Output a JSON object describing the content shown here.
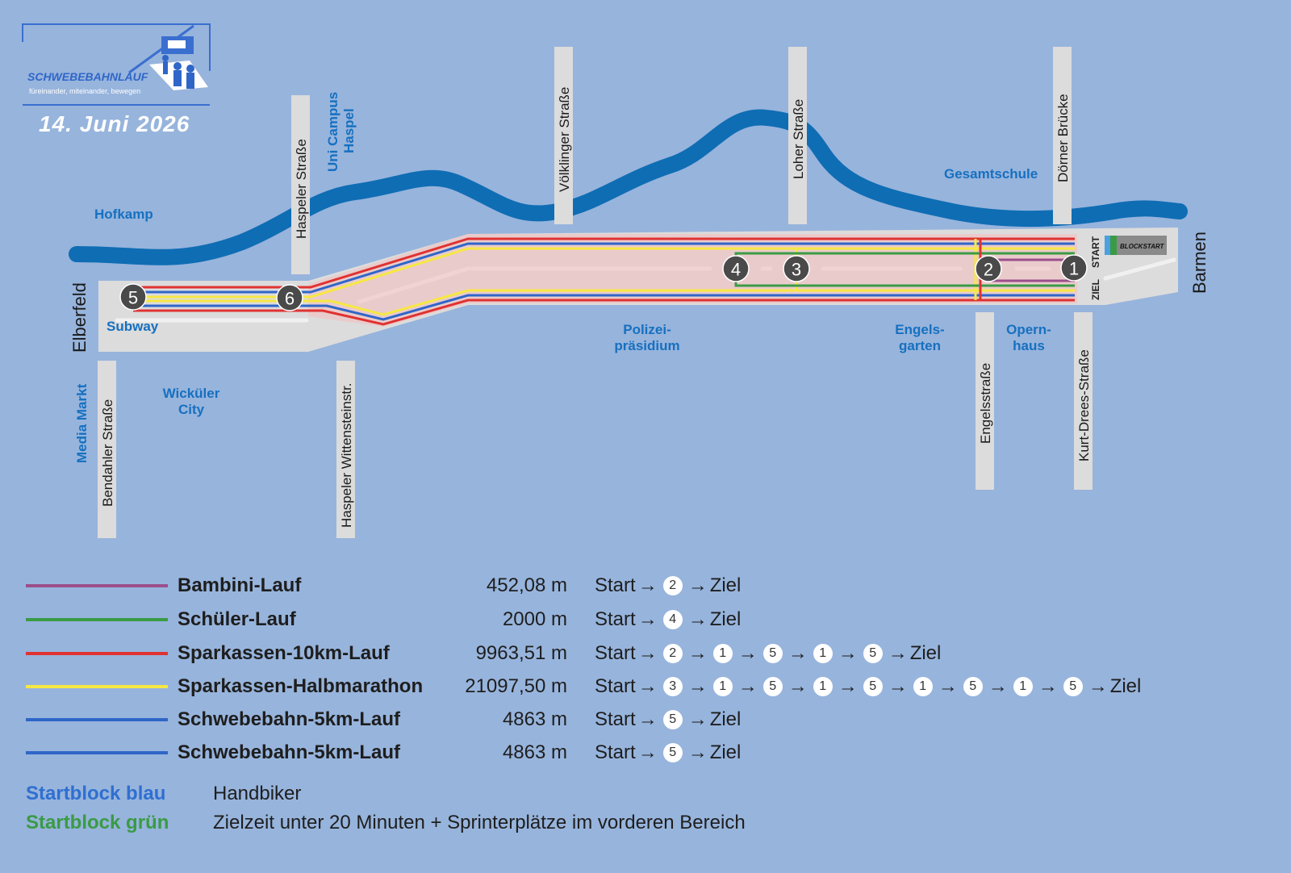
{
  "logo": {
    "name": "SCHWEBEBAHNLAUF",
    "tagline": "füreinander, miteinander, bewegen"
  },
  "date": "14. Juni 2026",
  "cities": {
    "west": "Elberfeld",
    "east": "Barmen"
  },
  "streets": {
    "haspeler": "Haspeler Straße",
    "voelklinger": "Völklinger Straße",
    "loher": "Loher Straße",
    "doerner": "Dörner Brücke",
    "bendahler": "Bendahler Straße",
    "wittenstein": "Haspeler Wittensteinstr.",
    "engels": "Engelsstraße",
    "kurtdrees": "Kurt-Drees-Straße"
  },
  "places": {
    "hofkamp": "Hofkamp",
    "uni1": "Uni Campus",
    "uni2": "Haspel",
    "gesamtschule": "Gesamtschule",
    "subway": "Subway",
    "polizei1": "Polizei-",
    "polizei2": "präsidium",
    "engels1": "Engels-",
    "engels2": "garten",
    "opern1": "Opern-",
    "opern2": "haus",
    "wick1": "Wicküler",
    "wick2": "City",
    "media": "Media Markt"
  },
  "start_area": {
    "start": "START",
    "ziel": "ZIEL",
    "blau": "blau",
    "gruen": "grün",
    "blockstart": "BLOCKSTART"
  },
  "markers": [
    "1",
    "2",
    "3",
    "4",
    "5",
    "6"
  ],
  "colors": {
    "bambini": "#9b4f8c",
    "schueler": "#3a9b45",
    "ten": "#e03232",
    "hm": "#f6e842",
    "five": "#2f66c8",
    "river": "#0f6db4"
  },
  "legend": {
    "start": "Start",
    "ziel": "Ziel",
    "arrow": "→",
    "rows": [
      {
        "name": "Bambini-Lauf",
        "distance": "452,08 m",
        "color": "#9b4f8c",
        "steps": [
          "2"
        ]
      },
      {
        "name": "Schüler-Lauf",
        "distance": "2000 m",
        "color": "#3a9b45",
        "steps": [
          "4"
        ]
      },
      {
        "name": "Sparkassen-10km-Lauf",
        "distance": "9963,51 m",
        "color": "#e03232",
        "steps": [
          "2",
          "1",
          "5",
          "1",
          "5"
        ]
      },
      {
        "name": "Sparkassen-Halbmarathon",
        "distance": "21097,50 m",
        "color": "#f6e842",
        "steps": [
          "3",
          "1",
          "5",
          "1",
          "5",
          "1",
          "5",
          "1",
          "5"
        ]
      },
      {
        "name": "Schwebebahn-5km-Lauf",
        "distance": "4863 m",
        "color": "#2f66c8",
        "steps": [
          "5"
        ]
      },
      {
        "name": "Schwebebahn-5km-Lauf",
        "distance": "4863 m",
        "color": "#2f66c8",
        "steps": [
          "5"
        ]
      }
    ]
  },
  "startblocks": [
    {
      "label": "Startblock blau",
      "desc": "Handbiker",
      "color": "#2f6fd0"
    },
    {
      "label": "Startblock grün",
      "desc": "Zielzeit unter 20 Minuten + Sprinterplätze im vorderen Bereich",
      "color": "#3a9b45"
    }
  ]
}
